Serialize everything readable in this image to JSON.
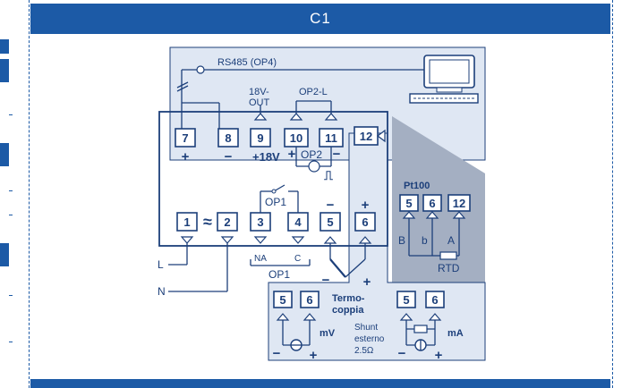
{
  "header": {
    "title": "C1"
  },
  "diagram": {
    "bus_label": "RS485 (OP4)",
    "out18_line1": "18V-",
    "out18_line2": "OUT",
    "op2l_label": "OP2-L",
    "terminals": {
      "t7": "7",
      "t8": "8",
      "t9": "9",
      "t10": "10",
      "t11": "11",
      "t12": "12",
      "t1": "1",
      "t2": "2",
      "t3": "3",
      "t4": "4",
      "t5": "5",
      "t6": "6"
    },
    "plus": "+",
    "minus": "−",
    "plus18v": "+18V",
    "op2_label": "OP2",
    "pulse_symbol": "⎍",
    "approx_symbol": "≈",
    "op1_label": "OP1",
    "na_label": "NA",
    "c_label": "C",
    "l_label": "L",
    "n_label": "N",
    "pt100": {
      "title": "Pt100",
      "t5": "5",
      "t6": "6",
      "t12": "12",
      "b_upper": "B",
      "b_lower": "b",
      "a_label": "A",
      "rtd_label": "RTD"
    },
    "thermo_line1": "Termo-",
    "thermo_line2": "coppia",
    "mv_box": {
      "t5": "5",
      "t6": "6",
      "unit": "mV"
    },
    "ma_box": {
      "t5": "5",
      "t6": "6",
      "unit": "mA"
    },
    "shunt_line1": "Shunt",
    "shunt_line2": "esterno",
    "shunt_line3": "2.5Ω"
  },
  "colors": {
    "brand_blue": "#1c5aa6",
    "panel_light": "#dfe7f3",
    "panel_gray": "#a4afc2",
    "line": "#1c3f7a"
  }
}
